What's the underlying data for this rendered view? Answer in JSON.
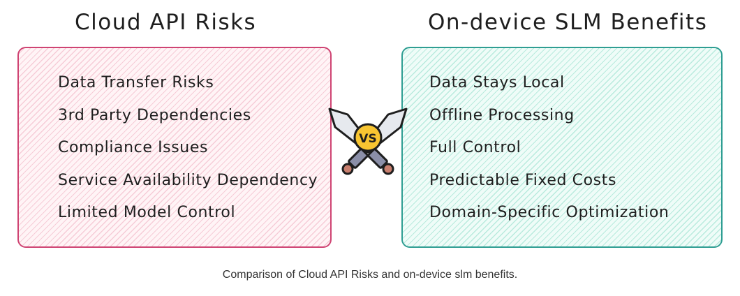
{
  "left_panel": {
    "title": "Cloud API Risks",
    "items": [
      "Data Transfer Risks",
      "3rd Party Dependencies",
      "Compliance Issues",
      "Service Availability Dependency",
      "Limited Model Control"
    ],
    "border_color": "#cf4473",
    "fill_color": "#fde3ea"
  },
  "right_panel": {
    "title": "On-device SLM Benefits",
    "items": [
      "Data Stays Local",
      "Offline Processing",
      "Full Control",
      "Predictable Fixed Costs",
      "Domain-Specific Optimization"
    ],
    "border_color": "#2f9e93",
    "fill_color": "#d6f5ec"
  },
  "versus": {
    "label": "VS",
    "icon": "crossed-swords-icon",
    "badge_color": "#f8c531",
    "blade_color": "#e6e9ee",
    "grip_color": "#8b8fa8",
    "pommel_color": "#c97f6e"
  },
  "caption": "Comparison of Cloud API Risks and on-device slm benefits."
}
